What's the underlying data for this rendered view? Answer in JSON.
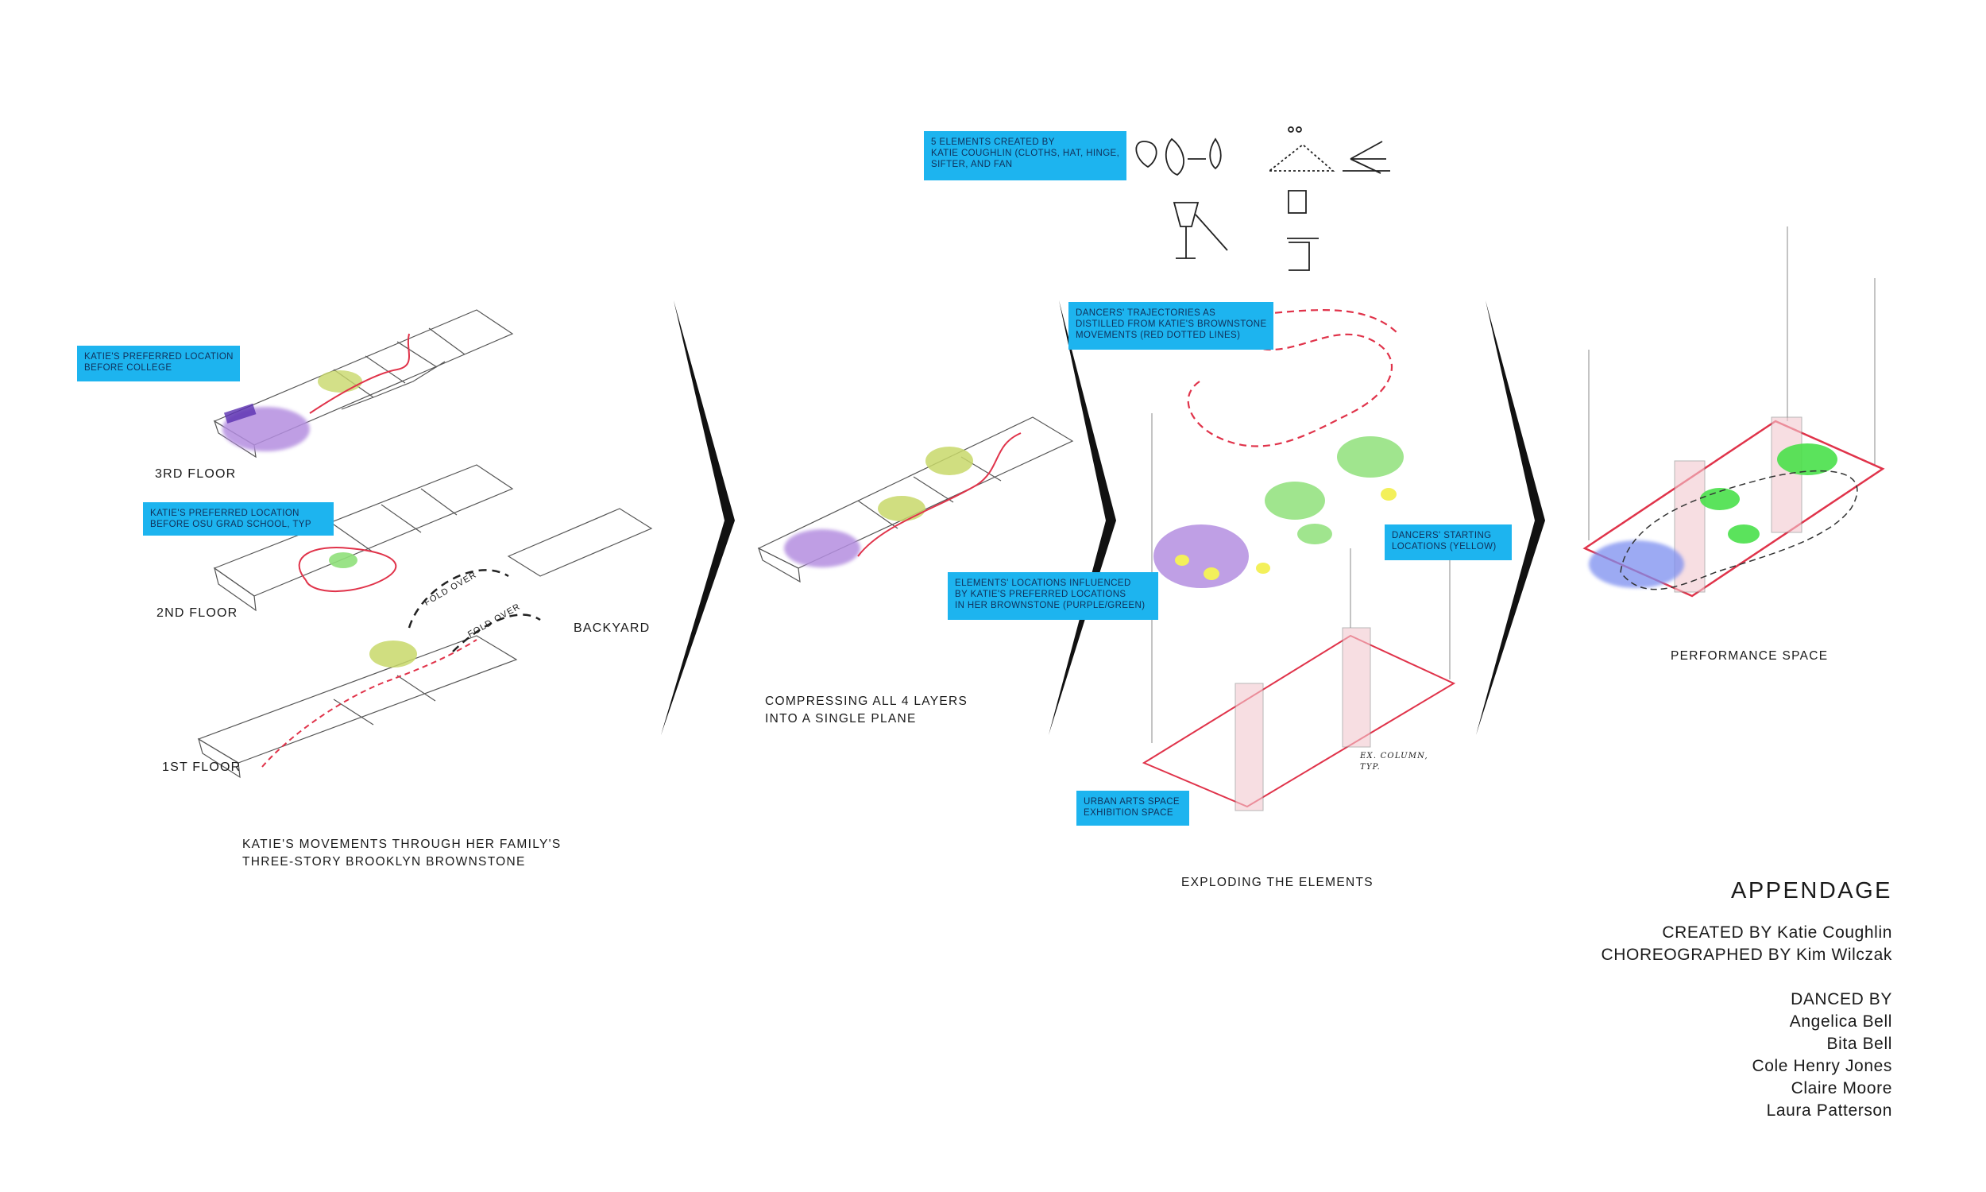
{
  "panels": {
    "brownstone": {
      "floor_labels": [
        "3RD FLOOR",
        "2ND FLOOR",
        "1ST FLOOR",
        "BACKYARD"
      ],
      "fold_labels": [
        "FOLD OVER",
        "FOLD OVER"
      ],
      "callout_college": [
        "KATIE'S PREFERRED LOCATION",
        "BEFORE COLLEGE"
      ],
      "callout_grad": [
        "KATIE'S PREFERRED LOCATION",
        "BEFORE OSU GRAD SCHOOL, TYP"
      ],
      "caption": [
        "KATIE'S MOVEMENTS THROUGH HER FAMILY'S",
        "THREE-STORY BROOKLYN BROWNSTONE"
      ]
    },
    "compress": {
      "caption": [
        "COMPRESSING ALL 4 LAYERS",
        "INTO A SINGLE PLANE"
      ]
    },
    "explode": {
      "callout_elements": [
        "5 ELEMENTS CREATED BY",
        "KATIE COUGHLIN (CLOTHS, HAT, HINGE,",
        "SIFTER, AND FAN"
      ],
      "callout_trajectories": [
        "DANCERS' TRAJECTORIES AS",
        "DISTILLED FROM KATIE'S BROWNSTONE",
        "MOVEMENTS (RED DOTTED LINES)"
      ],
      "callout_locations": [
        "ELEMENTS' LOCATIONS INFLUENCED",
        "BY KATIE'S PREFERRED LOCATIONS",
        "IN HER BROWNSTONE (PURPLE/GREEN)"
      ],
      "callout_starting": [
        "DANCERS' STARTING",
        "LOCATIONS (YELLOW)"
      ],
      "callout_space": [
        "URBAN ARTS SPACE",
        "EXHIBITION SPACE"
      ],
      "column_note": [
        "EX. COLUMN,",
        "TYP."
      ],
      "caption": "EXPLODING THE ELEMENTS"
    },
    "performance": {
      "caption": "PERFORMANCE SPACE"
    }
  },
  "credits": {
    "title": "APPENDAGE",
    "created_by": "CREATED BY Katie Coughlin",
    "choreographed_by": "CHOREOGRAPHED BY Kim Wilczak",
    "danced_by_heading": "DANCED BY",
    "dancers": [
      "Angelica Bell",
      "Bita Bell",
      "Cole Henry Jones",
      "Claire Moore",
      "Laura Patterson"
    ]
  },
  "colors": {
    "callout": "#1db4ef",
    "purple": "#b48ee0",
    "green": "#8fe07a",
    "yellow": "#f3f05a",
    "red_path": "#e0334a",
    "column": "#f3c9cf"
  }
}
